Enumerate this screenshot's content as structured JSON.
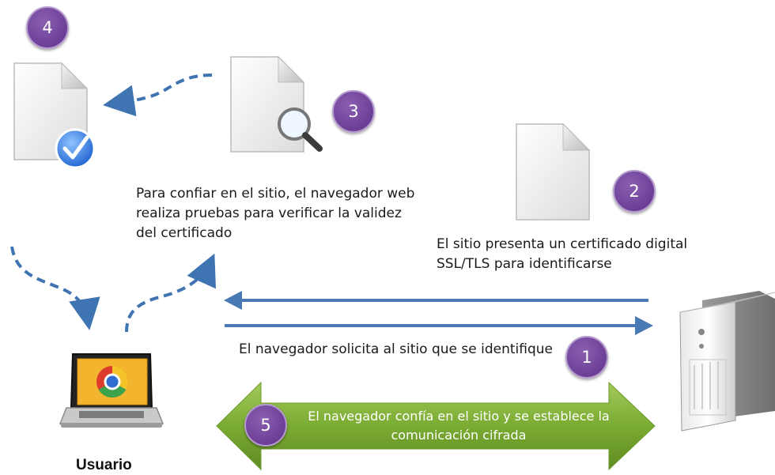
{
  "steps": [
    {
      "number": "1",
      "text": "El navegador solicita al sitio  que se identifique"
    },
    {
      "number": "2",
      "lines": [
        "El sitio  presenta un certificado digital",
        "SSL/TLS para identificarse"
      ]
    },
    {
      "number": "3",
      "lines": [
        "Para confiar en el sitio, el navegador web",
        "realiza pruebas para verificar la validez",
        "del certificado"
      ]
    },
    {
      "number": "4"
    },
    {
      "number": "5",
      "lines": [
        "El navegador confía en el sitio  y se establece la",
        "comunicación cifrada"
      ]
    }
  ],
  "user_label": "Usuario",
  "colors": {
    "badge": "#6c3f96",
    "arrow_blue": "#4a7ab5",
    "banner_green": "#7aab32",
    "dashed_arrow": "#3f74b3"
  },
  "icons": [
    "document-check-icon",
    "document-magnifier-icon",
    "certificate-document-icon",
    "laptop-browser-icon",
    "server-icon"
  ]
}
